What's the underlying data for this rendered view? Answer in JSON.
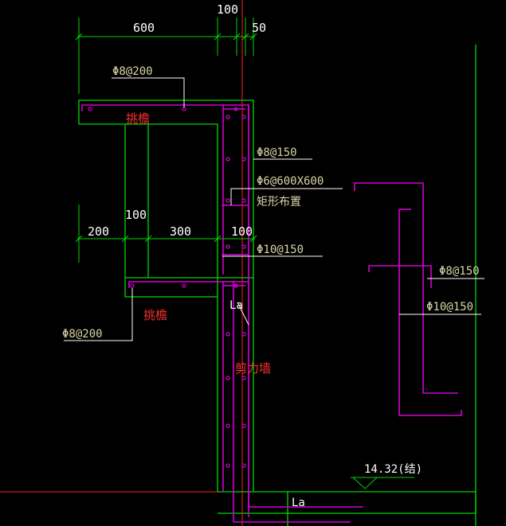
{
  "colors": {
    "background": "#000000",
    "structure": "#00d800",
    "rebar": "#d400d4",
    "axis": "#ff2020",
    "leader": "#ffffff",
    "note_text": "#d8d6a8",
    "label_red": "#ff3030"
  },
  "dimensions": {
    "top_600": "600",
    "top_100": "100",
    "top_50": "50",
    "mid_100_vertical": "100",
    "mid_200": "200",
    "mid_300": "300",
    "mid_100": "100"
  },
  "rebar_notes": {
    "upper_canopy_top": "Φ8@200",
    "wall_vertical": "Φ8@150",
    "tie_spacing": "Φ6@600X600",
    "tie_layout": "矩形布置",
    "wall_horizontal": "Φ10@150",
    "lower_canopy": "Φ8@200",
    "right_detail_1": "Φ8@150",
    "right_detail_2": "Φ10@150"
  },
  "labels": {
    "upper_canopy": "挑檐",
    "lower_canopy": "挑檐",
    "shear_wall": "剪力墙",
    "anchorage_1": "La",
    "anchorage_2": "La"
  },
  "elevation": {
    "value": "14.32(结)"
  }
}
